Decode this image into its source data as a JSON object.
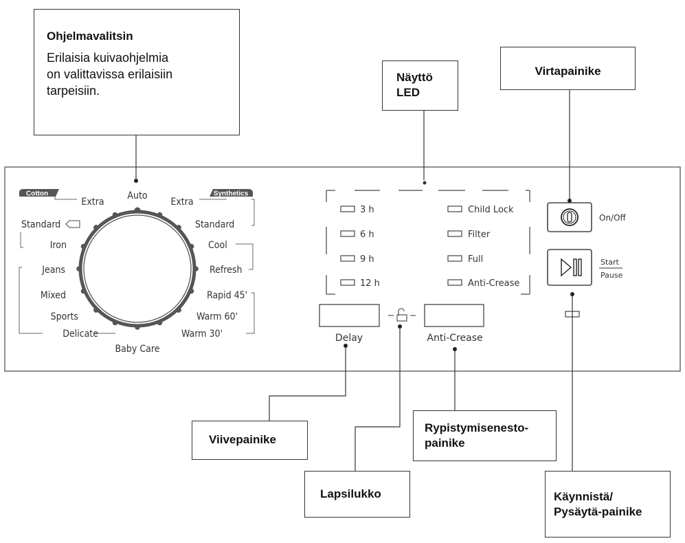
{
  "dial": {
    "group_cotton": "Cotton",
    "group_synthetics": "Synthetics",
    "programs": {
      "auto": "Auto",
      "extra_left": "Extra",
      "extra_right": "Extra",
      "standard_left": "Standard",
      "standard_right": "Standard",
      "iron": "Iron",
      "cool": "Cool",
      "jeans": "Jeans",
      "refresh": "Refresh",
      "mixed": "Mixed",
      "rapid45": "Rapid 45'",
      "sports": "Sports",
      "warm60": "Warm 60'",
      "delicate": "Delicate",
      "warm30": "Warm 30'",
      "babycare": "Baby Care"
    }
  },
  "display": {
    "left_leds": [
      "3 h",
      "6 h",
      "9 h",
      "12 h"
    ],
    "right_leds": [
      "Child Lock",
      "Filter",
      "Full",
      "Anti-Crease"
    ]
  },
  "buttons": {
    "delay": "Delay",
    "anticrease": "Anti-Crease",
    "onoff": "On/Off",
    "start": "Start",
    "pause": "Pause"
  },
  "callouts": {
    "selector_title": "Ohjelmavalitsin",
    "selector_desc_1": "Erilaisia kuivaohjelmia",
    "selector_desc_2": "on valittavissa erilaisiin",
    "selector_desc_3": "tarpeisiin.",
    "display_1": "Näyttö",
    "display_2": "LED",
    "power": "Virtapainike",
    "delay": "Viivepainike",
    "childlock": "Lapsilukko",
    "anticrease_1": "Rypistymisenesto-",
    "anticrease_2": "painike",
    "startpause_1": "Käynnistä/",
    "startpause_2": "Pysäytä-painike"
  }
}
